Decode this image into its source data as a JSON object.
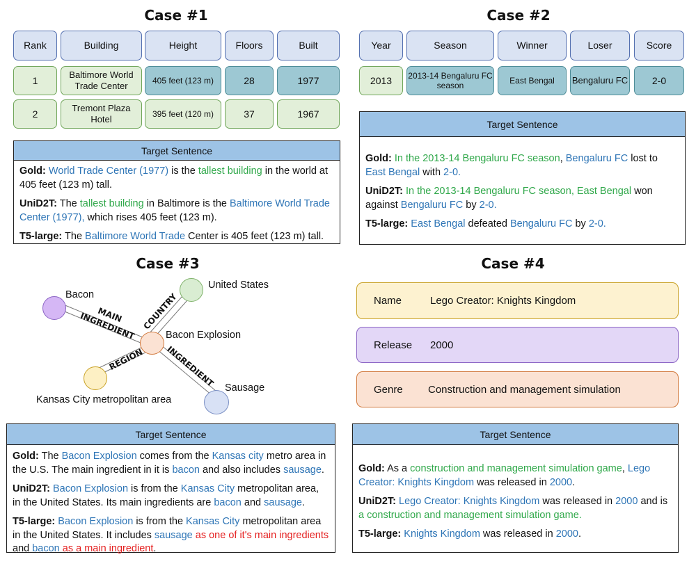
{
  "case1": {
    "title": "Case #1",
    "headers": [
      "Rank",
      "Building",
      "Height",
      "Floors",
      "Built"
    ],
    "rows": [
      [
        "1",
        "Baltimore World Trade Center",
        "405 feet (123 m)",
        "28",
        "1977"
      ],
      [
        "2",
        "Tremont Plaza Hotel",
        "395 feet (120 m)",
        "37",
        "1967"
      ]
    ],
    "target_header": "Target Sentence",
    "gold_label": "Gold:",
    "unid2t_label": "UniD2T:",
    "t5_label": "T5-large:",
    "gold": {
      "s1": "World Trade Center (1977)",
      "s2": " is the ",
      "s3": "tallest building",
      "s4": " in the world at 405 feet (123 m) tall."
    },
    "unid2t": {
      "s1": " The ",
      "s2": "tallest building",
      "s3": " in Baltimore is the ",
      "s4": "Baltimore World Trade Center (1977),",
      "s5": " which rises 405 feet (123 m)."
    },
    "t5": {
      "s1": " The ",
      "s2": "Baltimore World Trade",
      "s3": " Center is 405 feet (123 m) tall."
    }
  },
  "case2": {
    "title": "Case #2",
    "headers": [
      "Year",
      "Season",
      "Winner",
      "Loser",
      "Score"
    ],
    "row": [
      "2013",
      "2013-14 Bengaluru FC season",
      "East Bengal",
      "Bengaluru FC",
      "2-0"
    ],
    "target_header": "Target Sentence",
    "gold_label": "Gold:",
    "unid2t_label": "UniD2T:",
    "t5_label": "T5-large:",
    "gold": {
      "s1": "In the 2013-14 Bengaluru FC season",
      "s2": ", ",
      "s3": "Bengaluru FC",
      "s4": " lost to ",
      "s5": "East Bengal",
      "s6": " with ",
      "s7": "2-0."
    },
    "unid2t": {
      "s1": "In the 2013-14 Bengaluru FC season, East Bengal",
      "s2": " won against ",
      "s3": "Bengaluru FC",
      "s4": " by ",
      "s5": "2-0."
    },
    "t5": {
      "s1": "East Bengal",
      "s2": " defeated ",
      "s3": "Bengaluru FC",
      "s4": " by ",
      "s5": "2-0."
    }
  },
  "case3": {
    "title": "Case #3",
    "nodes": {
      "bacon": "Bacon",
      "us": "United States",
      "explosion": "Bacon Explosion",
      "kansas": "Kansas City metropolitan area",
      "sausage": "Sausage"
    },
    "edges": {
      "main_ingredient_1": "MAIN",
      "main_ingredient_2": "INGREDIENT",
      "country": "COUNTRY",
      "region": "REGION",
      "ingredient": "INGREDIENT"
    },
    "target_header": "Target Sentence",
    "gold_label": "Gold:",
    "unid2t_label": "UniD2T:",
    "t5_label": "T5-large:",
    "gold": {
      "s1": " The ",
      "s2": "Bacon Explosion",
      "s3": " comes from the ",
      "s4": "Kansas city",
      "s5": " metro area in the U.S. The main ingredient in it is ",
      "s6": "bacon",
      "s7": " and also includes ",
      "s8": "sausage",
      "s9": "."
    },
    "unid2t": {
      "s1": "  ",
      "s2": "Bacon Explosion",
      "s3": " is from the ",
      "s4": "Kansas City",
      "s5": " metropolitan area, in the United States. Its main ingredients are ",
      "s6": "bacon",
      "s7": " and ",
      "s8": "sausage",
      "s9": "."
    },
    "t5": {
      "s1": " ",
      "s2": "Bacon Explosion",
      "s3": " is from the ",
      "s4": "Kansas City",
      "s5": " metropolitan area in the United States. It includes ",
      "s6": "sausage",
      "s7": " as one of it's main ingredients",
      "s8": " and ",
      "s9": "bacon",
      "s10": " as a main ingredient",
      "s11": "."
    }
  },
  "case4": {
    "title": "Case #4",
    "attrs": [
      {
        "key": "Name",
        "value": "Lego Creator: Knights  Kingdom",
        "color": "#fdf2d0",
        "border": "#c9a227"
      },
      {
        "key": "Release",
        "value": "2000",
        "color": "#e3d7f7",
        "border": "#8a63c4"
      },
      {
        "key": "Genre",
        "value": "Construction and management simulation",
        "color": "#fbe2d3",
        "border": "#d27a3e"
      }
    ],
    "target_header": "Target Sentence",
    "gold_label": "Gold:",
    "unid2t_label": "UniD2T:",
    "t5_label": "T5-large:",
    "gold": {
      "s1": " As a ",
      "s2": "construction and management simulation game",
      "s3": ", ",
      "s4": "Lego Creator: Knights Kingdom",
      "s5": " was released in ",
      "s6": "2000",
      "s7": "."
    },
    "unid2t": {
      "s1": " ",
      "s2": "Lego Creator: Knights Kingdom",
      "s3": " was released in ",
      "s4": "2000",
      "s5": " and is ",
      "s6": "a construction and management simulation game."
    },
    "t5": {
      "s1": " ",
      "s2": "Knights Kingdom",
      "s3": " was released in ",
      "s4": "2000",
      "s5": "."
    }
  },
  "colors": {
    "blue_text": "#2e75b6",
    "green_text": "#30a84a",
    "red_text": "#e41e1e",
    "header_fill": "#9dc3e6"
  }
}
